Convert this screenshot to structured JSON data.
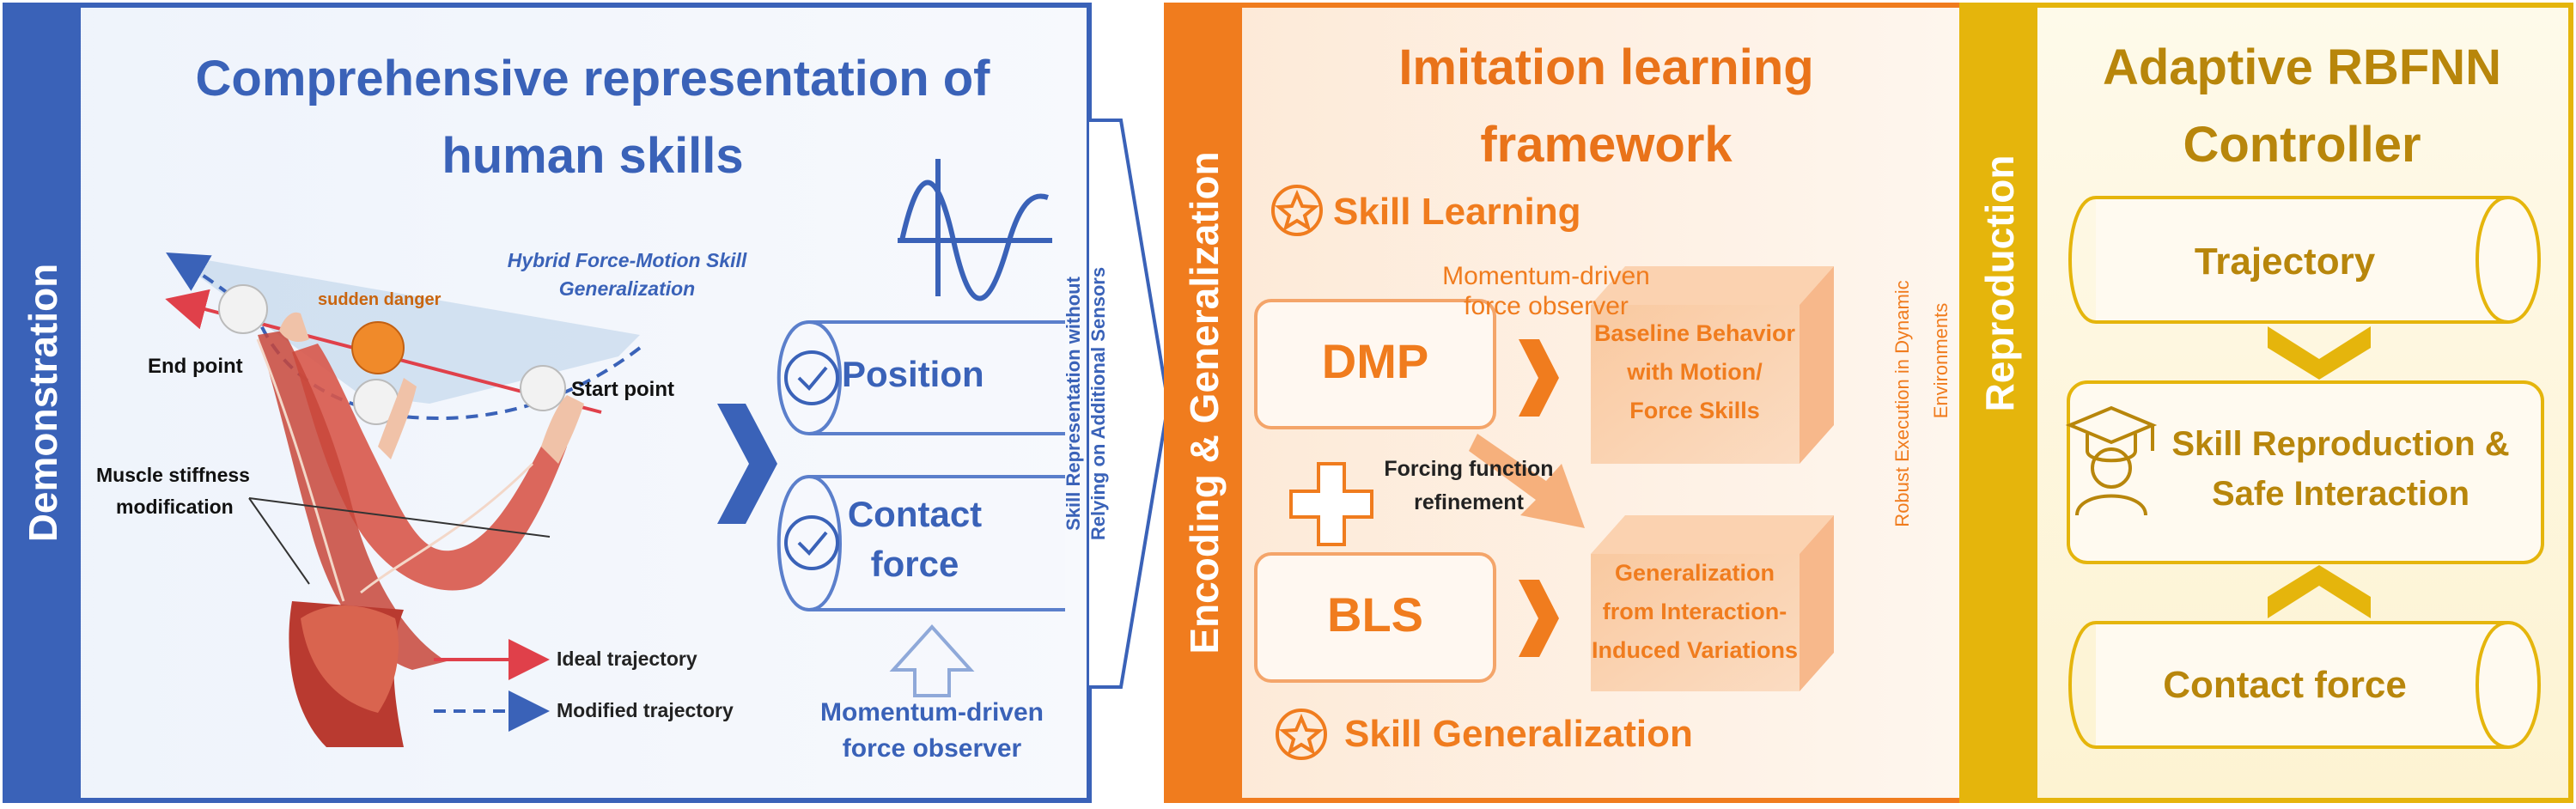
{
  "panel1": {
    "side_label": "Demonstration",
    "title_line1": "Comprehensive representation of",
    "title_line2": "human skills",
    "hybrid_line1": "Hybrid Force-Motion Skill",
    "hybrid_line2": "Generalization",
    "sudden_danger": "sudden danger",
    "end_point": "End point",
    "start_point": "Start point",
    "muscle_line1": "Muscle stiffness",
    "muscle_line2": "modification",
    "legend_ideal": "Ideal trajectory",
    "legend_modified": "Modified trajectory",
    "position_label": "Position",
    "contact_line1": "Contact",
    "contact_line2": "force",
    "observer_line1": "Momentum-driven",
    "observer_line2": "force observer",
    "arrow_line1": "Skill Representation without",
    "arrow_line2": "Relying on Additional Sensors"
  },
  "panel2": {
    "side_label": "Encoding & Generalization",
    "title_line1": "Imitation learning",
    "title_line2": "framework",
    "skill_learning": "Skill Learning",
    "observer_line1": "Momentum-driven",
    "observer_line2": "force observer",
    "dmp": "DMP",
    "bls": "BLS",
    "baseline_line1": "Baseline Behavior",
    "baseline_line2": "with Motion/",
    "baseline_line3": "Force Skills",
    "forcing_line1": "Forcing function",
    "forcing_line2": "refinement",
    "gen_line1": "Generalization",
    "gen_line2": "from Interaction-",
    "gen_line3": "Induced Variations",
    "skill_generalization": "Skill Generalization",
    "arrow_line1": "Robust Execution in Dynamic",
    "arrow_line2": "Environments"
  },
  "panel3": {
    "side_label": "Reproduction",
    "title_line1": "Adaptive RBFNN",
    "title_line2": "Controller",
    "trajectory": "Trajectory",
    "repro_line1": "Skill Reproduction &",
    "repro_line2": "Safe Interaction",
    "contact_force": "Contact force"
  },
  "colors": {
    "blue": "#3a62b8",
    "light_blue": "#8fa9d9",
    "orange": "#f07c1e",
    "light_orange": "#fbe3cf",
    "gold": "#e5b50c",
    "dark_gold": "#b8860b",
    "light_gold": "#fdf6d9"
  }
}
